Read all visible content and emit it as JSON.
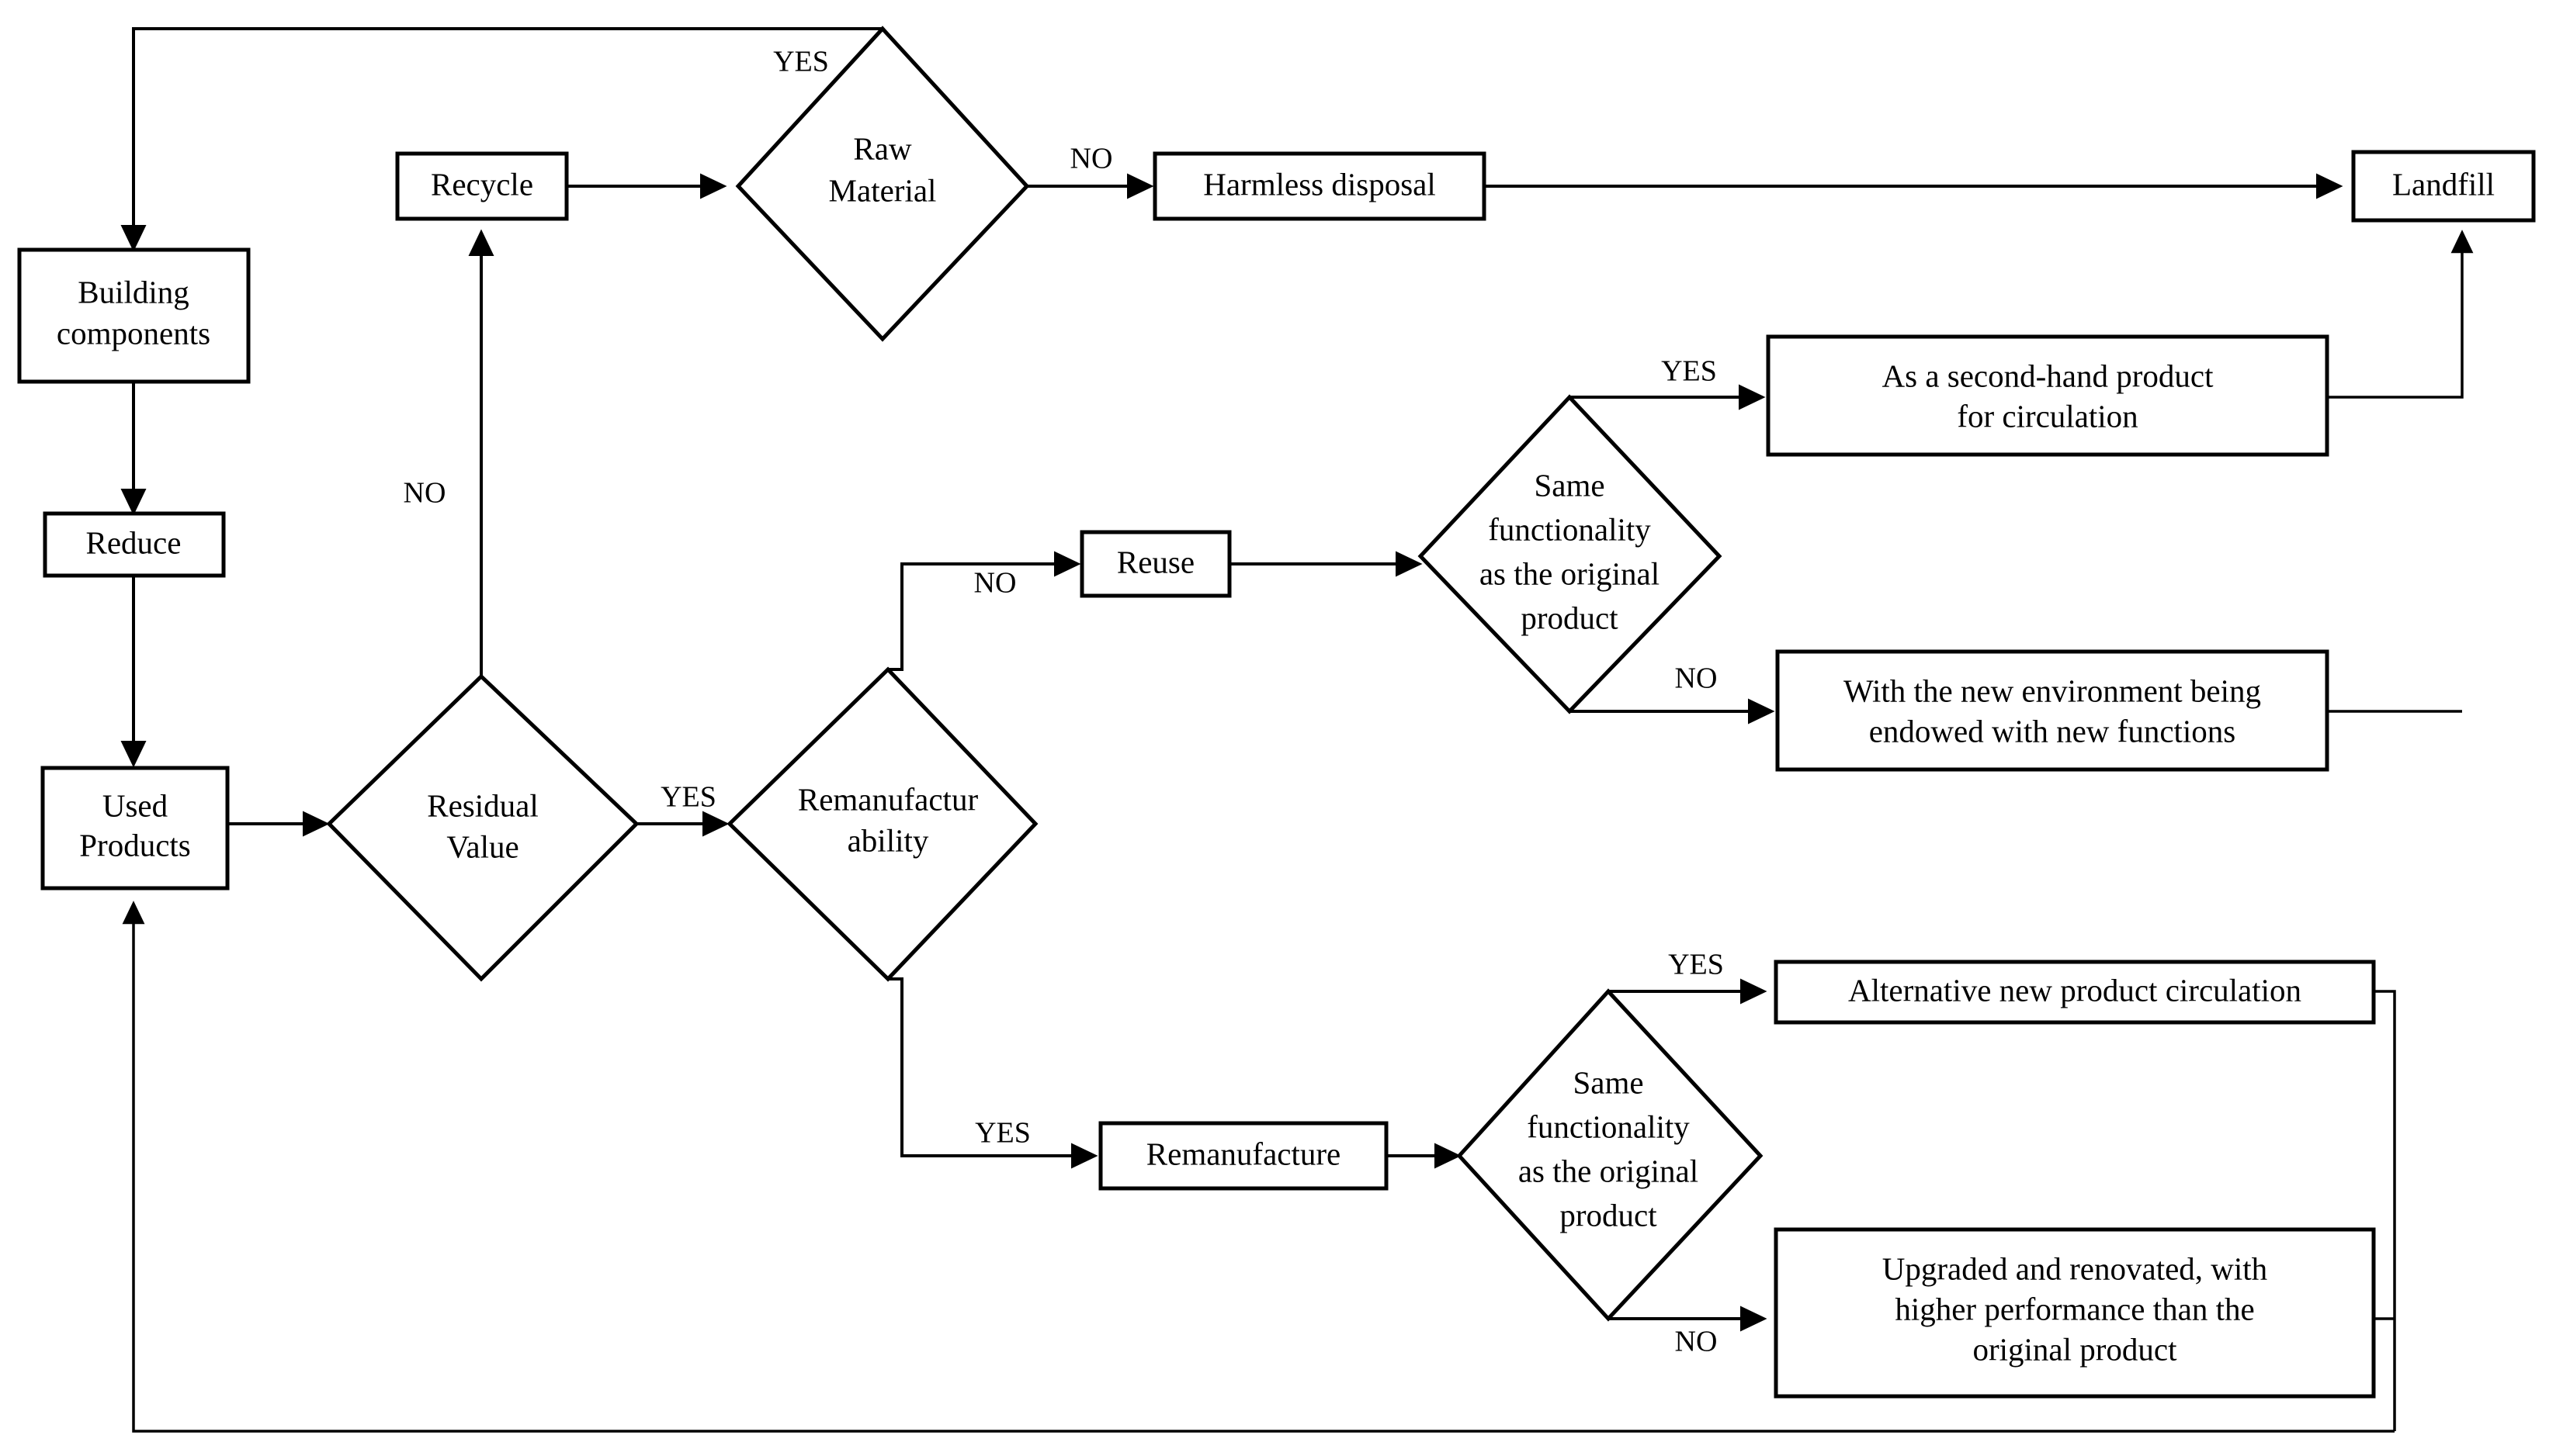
{
  "diagram": {
    "title": "Building component circular economy decision flowchart",
    "background_color": "#ffffff",
    "line_color": "#000000",
    "text_color": "#000000"
  },
  "nodes": {
    "building_components": {
      "label_line1": "Building",
      "label_line2": "components",
      "shape": "rect"
    },
    "reduce": {
      "label": "Reduce",
      "shape": "rect"
    },
    "used_products": {
      "label_line1": "Used",
      "label_line2": "Products",
      "shape": "rect"
    },
    "recycle": {
      "label": "Recycle",
      "shape": "rect"
    },
    "raw_material": {
      "label_line1": "Raw",
      "label_line2": "Material",
      "shape": "diamond"
    },
    "harmless_disposal": {
      "label": "Harmless disposal",
      "shape": "rect"
    },
    "landfill": {
      "label": "Landfill",
      "shape": "rect"
    },
    "residual_value": {
      "label_line1": "Residual",
      "label_line2": "Value",
      "shape": "diamond"
    },
    "remanufacturability": {
      "label_line1": "Remanufactur",
      "label_line2": "ability",
      "shape": "diamond"
    },
    "reuse": {
      "label": "Reuse",
      "shape": "rect"
    },
    "same_functionality_top": {
      "label_line1": "Same",
      "label_line2": "functionality",
      "label_line3": "as the original",
      "label_line4": "product",
      "shape": "diamond"
    },
    "second_hand": {
      "label_line1": "As a second-hand product",
      "label_line2": "for circulation",
      "shape": "rect"
    },
    "new_environment": {
      "label_line1": "With the new environment being",
      "label_line2": "endowed with new functions",
      "shape": "rect"
    },
    "remanufacture": {
      "label": "Remanufacture",
      "shape": "rect"
    },
    "same_functionality_bottom": {
      "label_line1": "Same",
      "label_line2": "functionality",
      "label_line3": "as the original",
      "label_line4": "product",
      "shape": "diamond"
    },
    "alternative_new_product": {
      "label": "Alternative new product circulation",
      "shape": "rect"
    },
    "upgraded_renovated": {
      "label_line1": "Upgraded and renovated, with",
      "label_line2": "higher performance than the",
      "label_line3": "original product",
      "shape": "rect"
    }
  },
  "edge_labels": {
    "raw_material_yes": "YES",
    "raw_material_no": "NO",
    "recycle_no": "NO",
    "residual_value_yes": "YES",
    "remanufacturability_no": "NO",
    "remanufacturability_yes": "YES",
    "same_func_top_yes": "YES",
    "same_func_top_no": "NO",
    "same_func_bottom_yes": "YES",
    "same_func_bottom_no": "NO"
  }
}
